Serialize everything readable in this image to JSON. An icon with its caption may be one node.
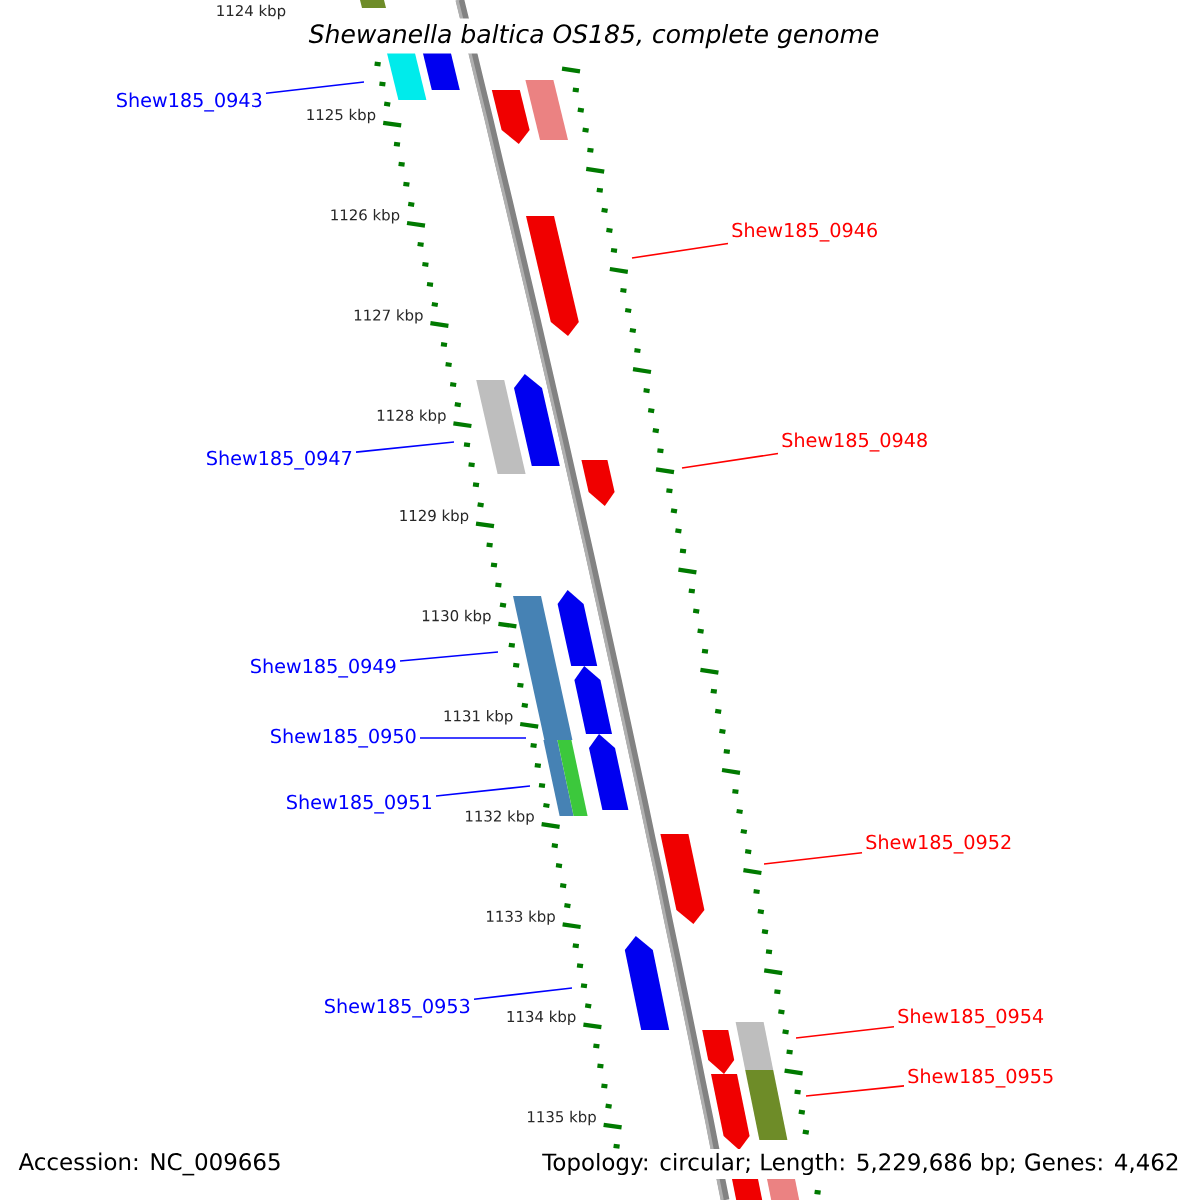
{
  "diagram": {
    "title": "Shewanella baltica OS185, complete genome",
    "nodes": [
      {
        "text": [
          "Shew185_0943"
        ]
      },
      {
        "text": [
          "Shew185_0946"
        ]
      },
      {
        "text": [
          "Shew185_0947"
        ]
      },
      {
        "text": [
          "Shew185_0948"
        ]
      },
      {
        "text": [
          "Shew185_0949"
        ]
      },
      {
        "text": [
          "Shew185_0950"
        ]
      },
      {
        "text": [
          "Shew185_0951"
        ]
      },
      {
        "text": [
          "Shew185_0952"
        ]
      },
      {
        "text": [
          "Shew185_0953"
        ]
      },
      {
        "text": [
          "Shew185_0954"
        ]
      },
      {
        "text": [
          "Shew185_0955"
        ]
      }
    ],
    "edges": [
      {
        "from": 0,
        "to": null,
        "arrow": "none",
        "color": "#0000ff"
      },
      {
        "from": 1,
        "to": null,
        "arrow": "none",
        "color": "#ff0000"
      },
      {
        "from": 2,
        "to": null,
        "arrow": "none",
        "color": "#0000ff"
      },
      {
        "from": 3,
        "to": null,
        "arrow": "none",
        "color": "#ff0000"
      },
      {
        "from": 4,
        "to": null,
        "arrow": "none",
        "color": "#0000ff"
      },
      {
        "from": 5,
        "to": null,
        "arrow": "none",
        "color": "#0000ff"
      },
      {
        "from": 6,
        "to": null,
        "arrow": "none",
        "color": "#0000ff"
      },
      {
        "from": 7,
        "to": null,
        "arrow": "none",
        "color": "#ff0000"
      },
      {
        "from": 8,
        "to": null,
        "arrow": "none",
        "color": "#0000ff"
      },
      {
        "from": 9,
        "to": null,
        "arrow": "none",
        "color": "#ff0000"
      },
      {
        "from": 10,
        "to": null,
        "arrow": "none",
        "color": "#ff0000"
      }
    ],
    "labels": [
      "1124 kbp",
      "1125 kbp",
      "1126 kbp",
      "1127 kbp",
      "1128 kbp",
      "1129 kbp",
      "1130 kbp",
      "1131 kbp",
      "1132 kbp",
      "1133 kbp",
      "1134 kbp",
      "1135 kbp",
      "Accession: NC_009665",
      "Topology: circular; Length: 5,229,686 bp; Genes: 4,462"
    ]
  }
}
